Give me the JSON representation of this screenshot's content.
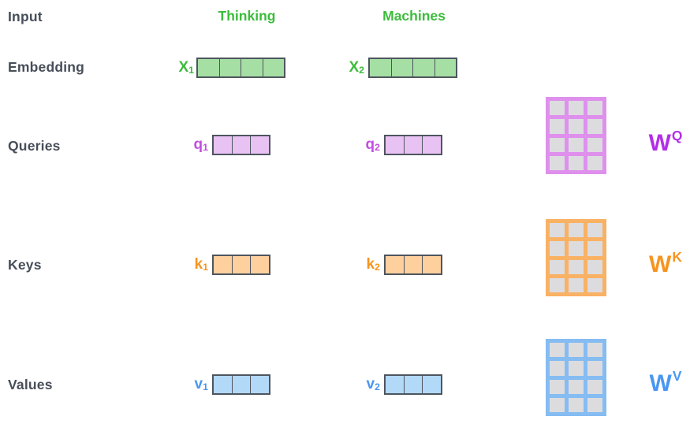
{
  "colors": {
    "text_dark": "#474e59",
    "green": "#3cbc3c",
    "green_fill": "#a5dfa3",
    "purple": "#c24fe0",
    "purple_deep": "#b32ee8",
    "purple_fill": "#e9c2f4",
    "purple_matrix_border": "#de90ec",
    "orange": "#f7941e",
    "orange_fill": "#fdd09e",
    "orange_matrix_border": "#f9b164",
    "blue": "#4a97f2",
    "blue_fill": "#b3d9f8",
    "blue_matrix_border": "#85bcf2",
    "matrix_cell_gray": "#dcdcdf",
    "vector_border": "#4e555e"
  },
  "row_labels": {
    "input": "Input",
    "embedding": "Embedding",
    "queries": "Queries",
    "keys": "Keys",
    "values": "Values"
  },
  "words": {
    "word1": "Thinking",
    "word2": "Machines"
  },
  "vectors": {
    "x1": {
      "symbol": "X",
      "index": "1",
      "cells": 4
    },
    "x2": {
      "symbol": "X",
      "index": "2",
      "cells": 4
    },
    "q1": {
      "symbol": "q",
      "index": "1",
      "cells": 3
    },
    "q2": {
      "symbol": "q",
      "index": "2",
      "cells": 3
    },
    "k1": {
      "symbol": "k",
      "index": "1",
      "cells": 3
    },
    "k2": {
      "symbol": "k",
      "index": "2",
      "cells": 3
    },
    "v1": {
      "symbol": "v",
      "index": "1",
      "cells": 3
    },
    "v2": {
      "symbol": "v",
      "index": "2",
      "cells": 3
    }
  },
  "matrices": {
    "wq": {
      "symbol": "W",
      "sup": "Q",
      "rows": 4,
      "cols": 3
    },
    "wk": {
      "symbol": "W",
      "sup": "K",
      "rows": 4,
      "cols": 3
    },
    "wv": {
      "symbol": "W",
      "sup": "V",
      "rows": 4,
      "cols": 3
    }
  }
}
